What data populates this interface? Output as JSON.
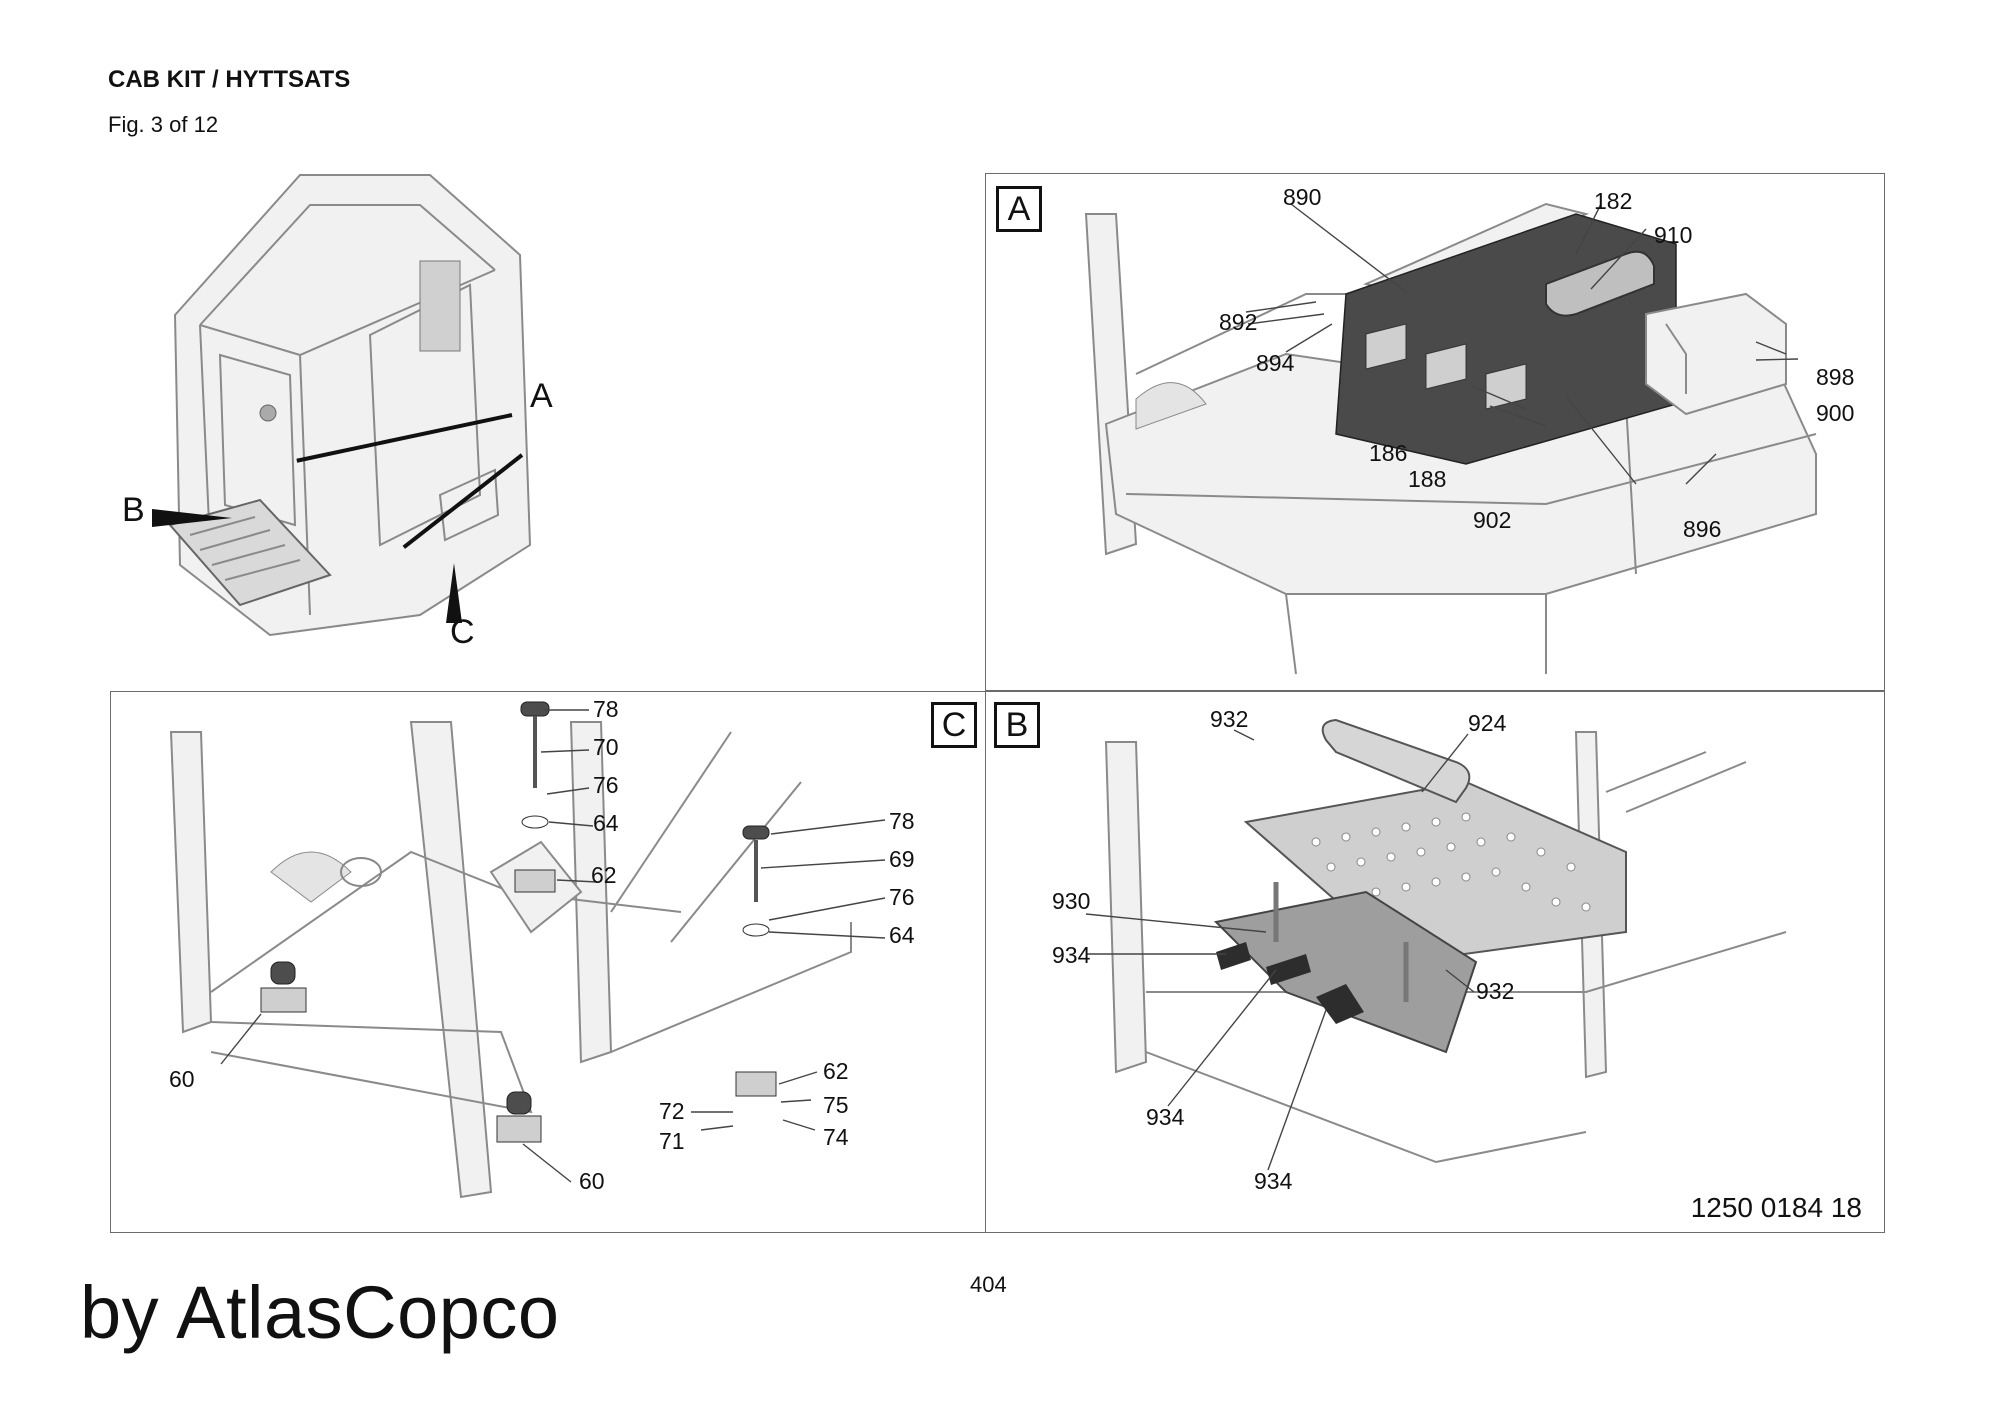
{
  "header": {
    "title": "CAB KIT / HYTTSATS",
    "figure": "Fig. 3 of 12"
  },
  "overview": {
    "callouts": [
      "A",
      "B",
      "C"
    ]
  },
  "panel_a": {
    "label": "A",
    "parts": [
      "890",
      "182",
      "910",
      "892",
      "894",
      "898",
      "900",
      "186",
      "188",
      "902",
      "896"
    ]
  },
  "panel_c": {
    "label": "C",
    "parts": [
      "78",
      "70",
      "76",
      "64",
      "62",
      "78",
      "69",
      "76",
      "64",
      "60",
      "62",
      "72",
      "75",
      "71",
      "74",
      "60"
    ]
  },
  "panel_b": {
    "label": "B",
    "parts": [
      "932",
      "924",
      "930",
      "934",
      "932",
      "934",
      "934"
    ],
    "document_number": "1250 0184 18"
  },
  "footer": {
    "page_number": "404",
    "brand": "by AtlasCopco"
  }
}
